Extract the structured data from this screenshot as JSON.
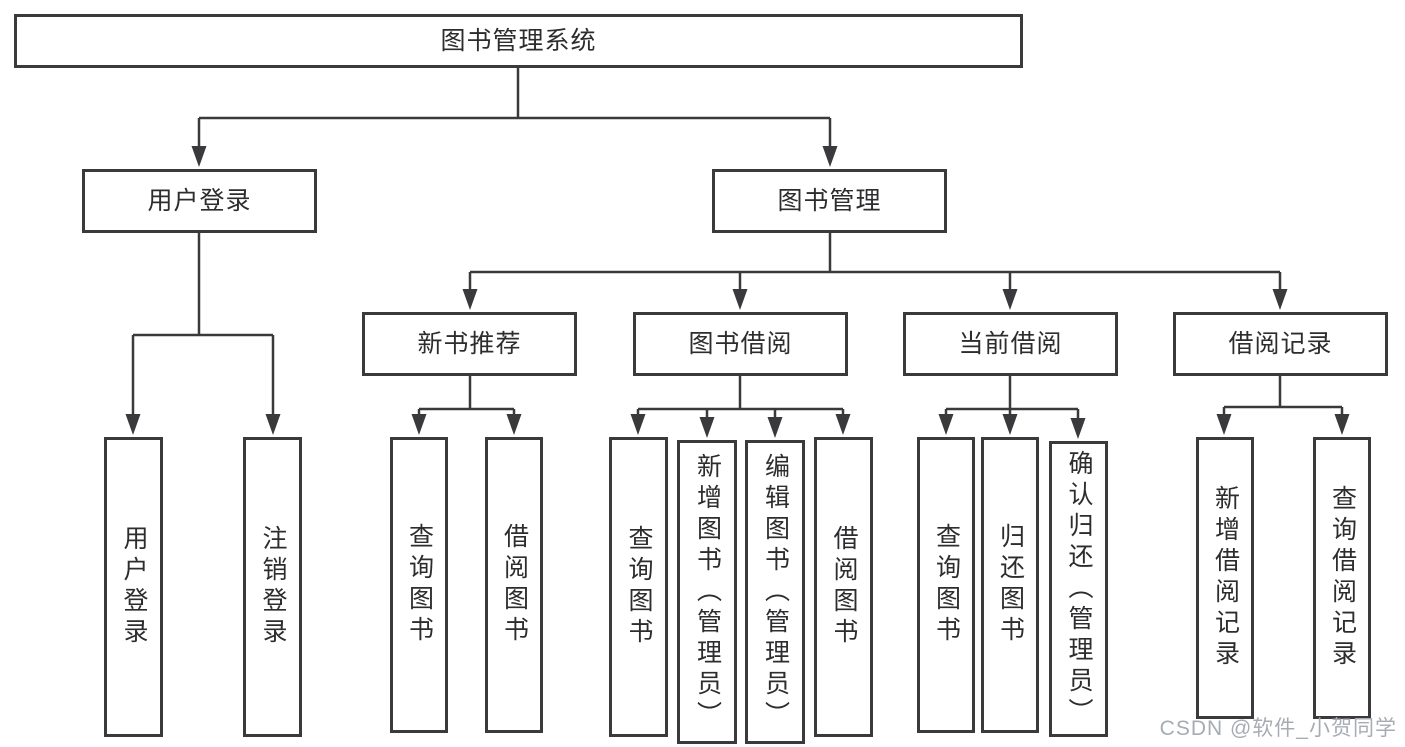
{
  "tree": {
    "label": "图书管理系统",
    "children": [
      {
        "label": "用户登录",
        "children": [
          {
            "label": "用户登录"
          },
          {
            "label": "注销登录"
          }
        ]
      },
      {
        "label": "图书管理",
        "children": [
          {
            "label": "新书推荐",
            "children": [
              {
                "label": "查询图书"
              },
              {
                "label": "借阅图书"
              }
            ]
          },
          {
            "label": "图书借阅",
            "children": [
              {
                "label": "查询图书"
              },
              {
                "label": "新增图书（管理员）"
              },
              {
                "label": "编辑图书（管理员）"
              },
              {
                "label": "借阅图书"
              }
            ]
          },
          {
            "label": "当前借阅",
            "children": [
              {
                "label": "查询图书"
              },
              {
                "label": "归还图书"
              },
              {
                "label": "确认归还（管理员）"
              }
            ]
          },
          {
            "label": "借阅记录",
            "children": [
              {
                "label": "新增借阅记录"
              },
              {
                "label": "查询借阅记录"
              }
            ]
          }
        ]
      }
    ]
  },
  "watermark": {
    "text": "CSDN @软件_小贺同学"
  },
  "colors": {
    "line": "#3a3a3c",
    "box_border": "#3a3a3c",
    "text": "#2d2d2f",
    "background": "#ffffff",
    "watermark": "#a7acb2"
  }
}
